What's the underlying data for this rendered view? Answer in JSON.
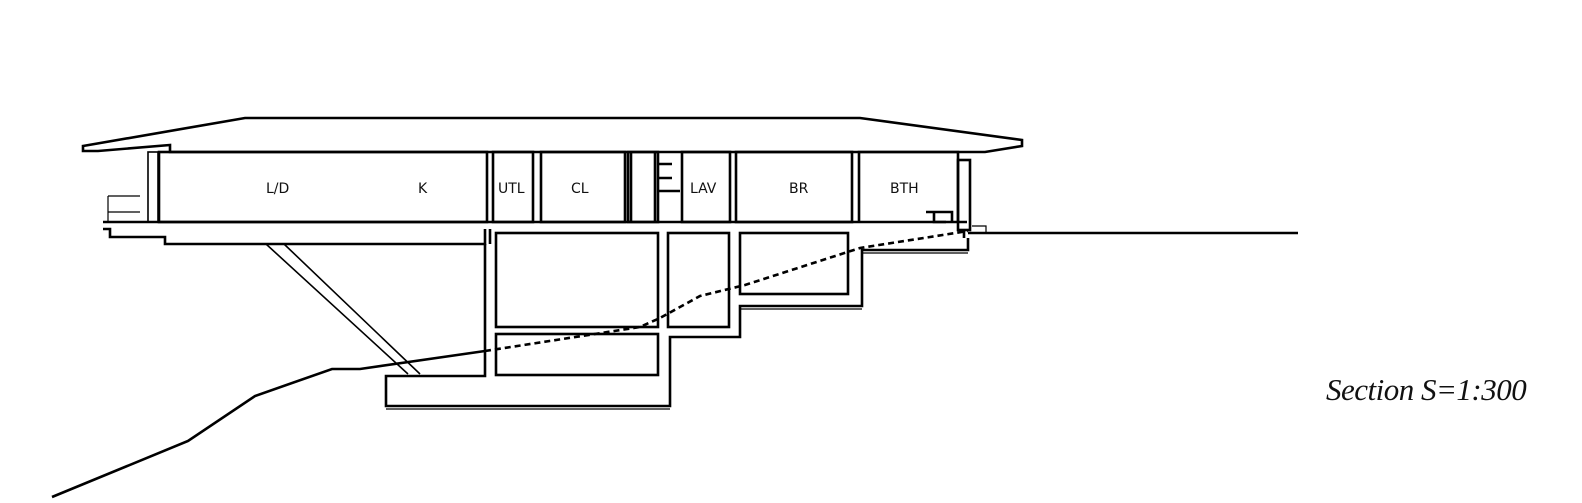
{
  "rooms": [
    {
      "id": "ld",
      "label": "L/D"
    },
    {
      "id": "k",
      "label": "K"
    },
    {
      "id": "utl",
      "label": "UTL"
    },
    {
      "id": "cl",
      "label": "CL"
    },
    {
      "id": "lav",
      "label": "LAV"
    },
    {
      "id": "br",
      "label": "BR"
    },
    {
      "id": "bth",
      "label": "BTH"
    }
  ],
  "caption": "Section S=1:300"
}
